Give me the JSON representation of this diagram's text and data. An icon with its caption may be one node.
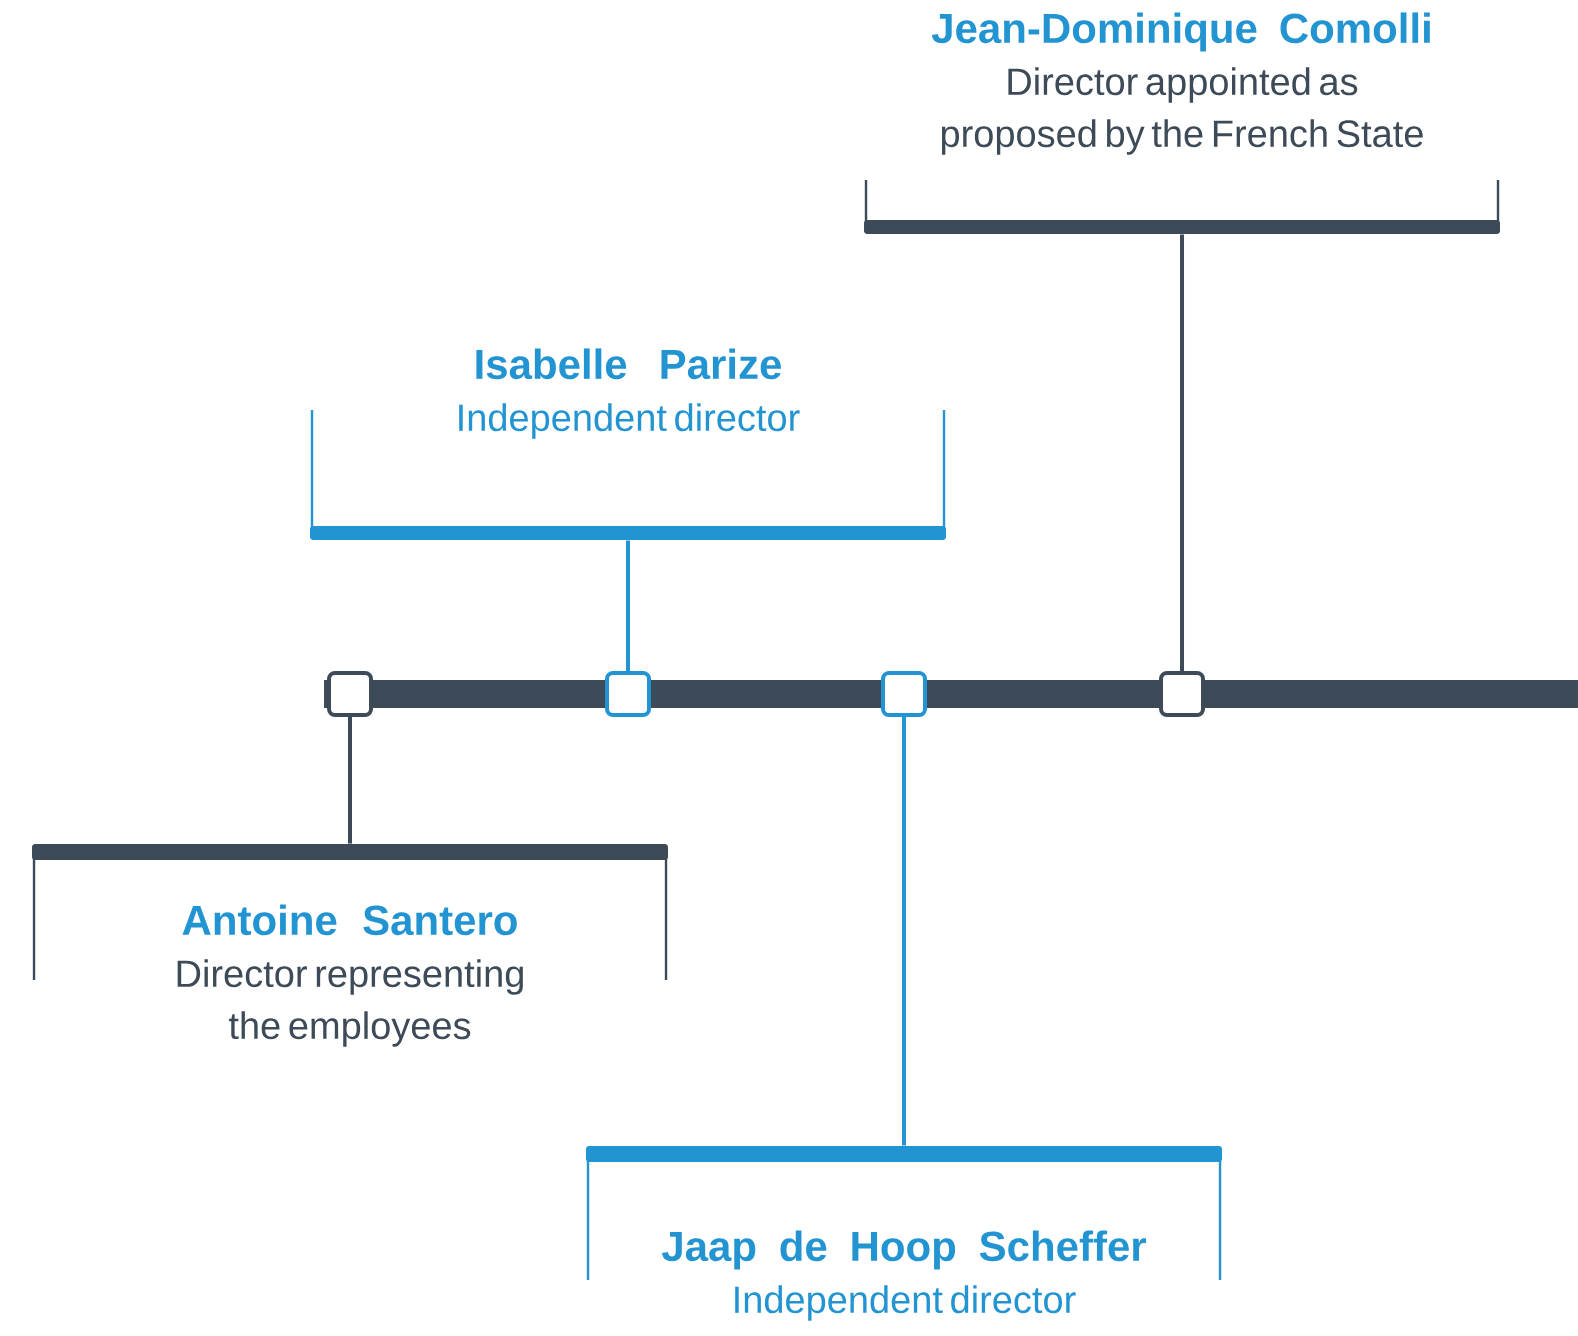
{
  "diagram": {
    "nodes": [
      {
        "text": [
          "Jean-Dominique Comolli",
          "Director appointed as proposed by the French State"
        ]
      },
      {
        "text": [
          "Isabelle Parize",
          "Independent director"
        ]
      },
      {
        "text": [],
        "shape": "box"
      },
      {
        "text": [],
        "shape": "box"
      },
      {
        "text": [],
        "shape": "box"
      },
      {
        "text": [],
        "shape": "box"
      },
      {
        "text": [
          "Antoine Santero",
          "Director representing the employees"
        ]
      },
      {
        "text": [
          "Jaap de Hoop Scheffer",
          "Independent director"
        ]
      }
    ],
    "edges": [
      {
        "from": 0,
        "to": 5,
        "arrow": "none",
        "color": "#3d4a57"
      },
      {
        "from": 1,
        "to": 3,
        "arrow": "none",
        "color": "#2394d2"
      },
      {
        "from": 6,
        "to": 2,
        "arrow": "none",
        "color": "#3d4a57"
      },
      {
        "from": 7,
        "to": 4,
        "arrow": "none",
        "color": "#2394d2"
      }
    ]
  }
}
